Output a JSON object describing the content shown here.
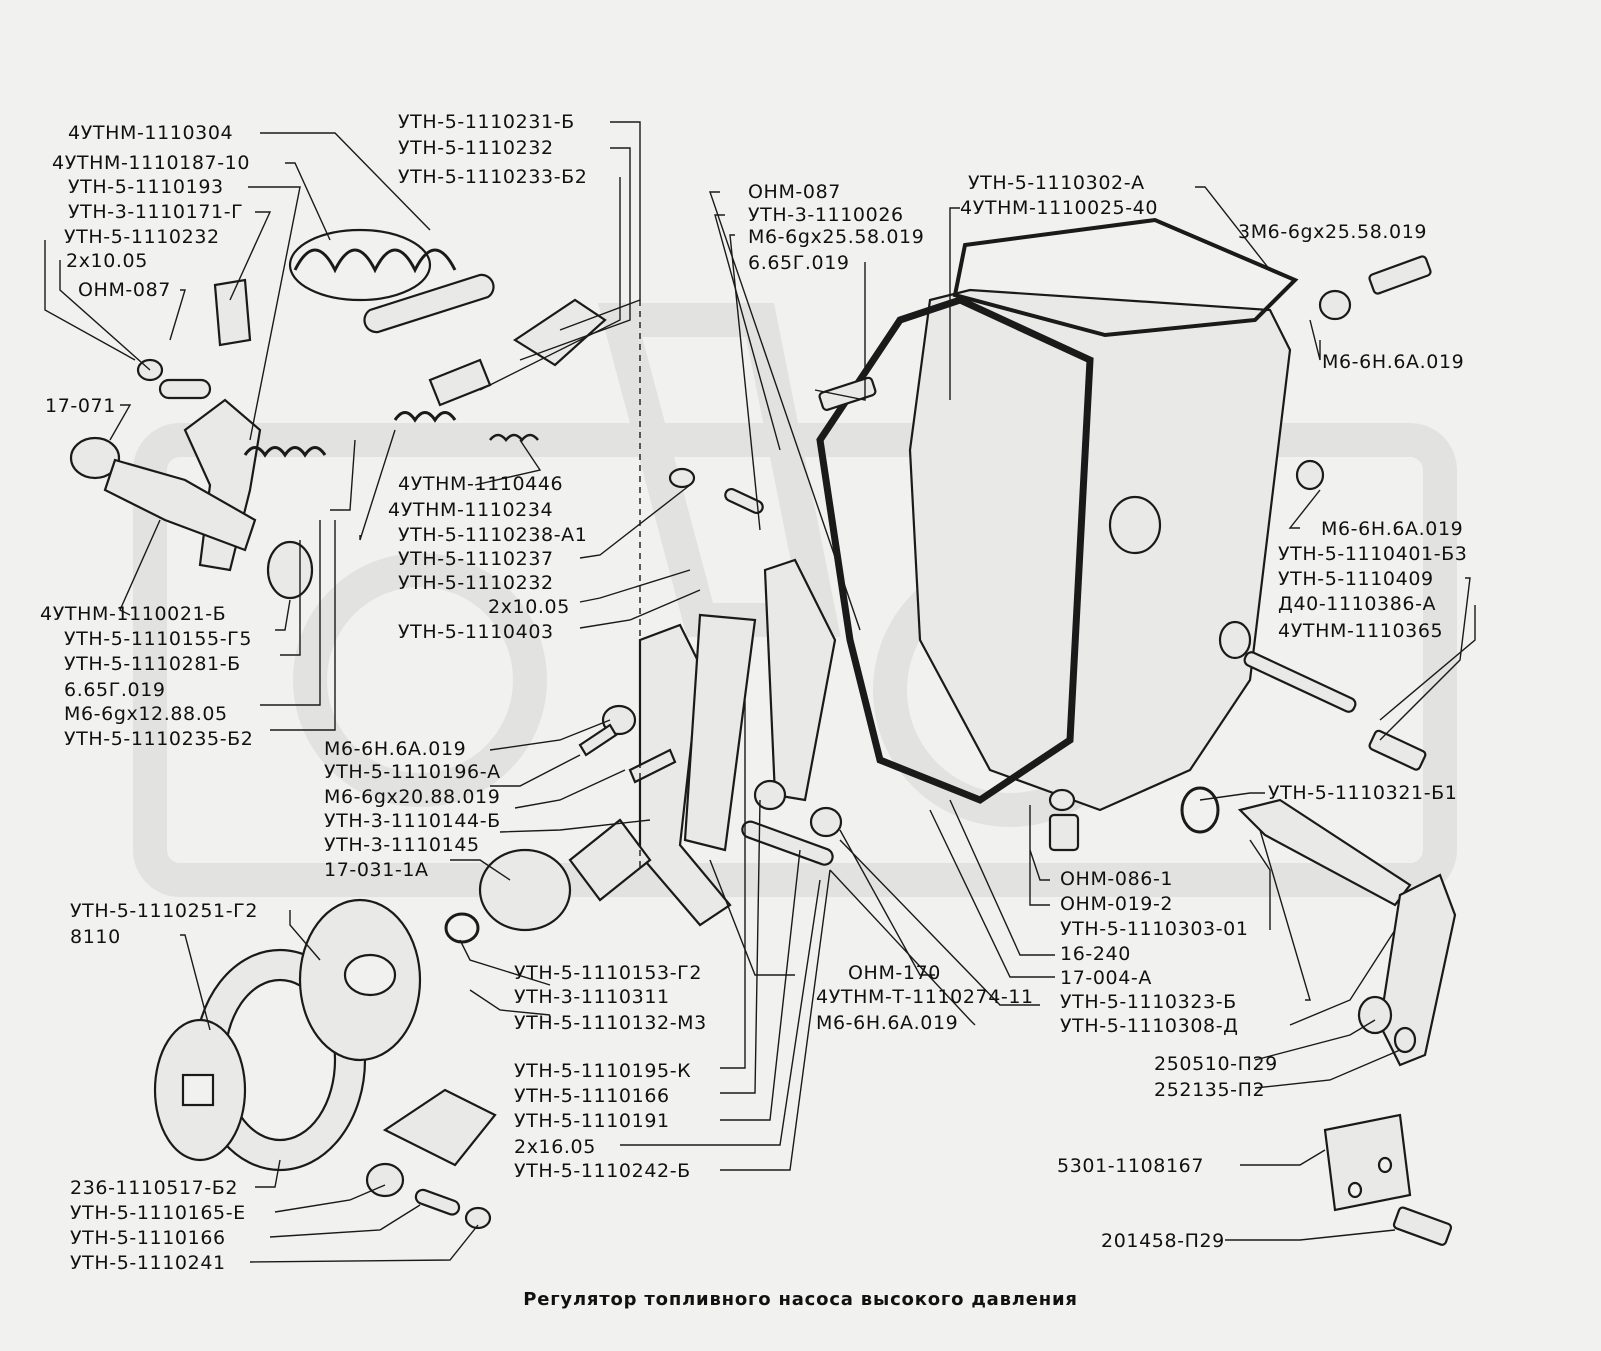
{
  "caption": "Регулятор топливного насоса высокого давления",
  "labels": [
    "4УТНМ-1110304",
    "4УТНМ-1110187-10",
    "УТН-5-1110193",
    "УТН-3-1110171-Г",
    "УТН-5-1110232",
    "2х10.05",
    "ОНМ-087",
    "17-071",
    "УТН-5-1110231-Б",
    "УТН-5-1110232",
    "УТН-5-1110233-Б2",
    "ОНМ-087",
    "УТН-3-1110026",
    "М6-6gх25.58.019",
    "6.65Г.019",
    "УТН-5-1110302-А",
    "4УТНМ-1110025-40",
    "3М6-6gх25.58.019",
    "М6-6Н.6А.019",
    "4УТНМ-1110446",
    "4УТНМ-1110234",
    "УТН-5-1110238-А1",
    "УТН-5-1110237",
    "УТН-5-1110232",
    "2х10.05",
    "УТН-5-1110403",
    "М6-6Н.6А.019",
    "УТН-5-1110401-Б3",
    "УТН-5-1110409",
    "Д40-1110386-А",
    "4УТНМ-1110365",
    "4УТНМ-1110021-Б",
    "УТН-5-1110155-Г5",
    "УТН-5-1110281-Б",
    "6.65Г.019",
    "М6-6gх12.88.05",
    "УТН-5-1110235-Б2",
    "М6-6Н.6А.019",
    "УТН-5-1110196-А",
    "М6-6gх20.88.019",
    "УТН-3-1110144-Б",
    "УТН-3-1110145",
    "17-031-1А",
    "УТН-5-1110321-Б1",
    "ОНМ-086-1",
    "ОНМ-019-2",
    "УТН-5-1110303-01",
    "16-240",
    "17-004-А",
    "УТН-5-1110323-Б",
    "УТН-5-1110308-Д",
    "УТН-5-1110251-Г2",
    "8110",
    "УТН-5-1110153-Г2",
    "УТН-3-1110311",
    "УТН-5-1110132-М3",
    "ОНМ-170",
    "4УТНМ-Т-1110274-11",
    "М6-6Н.6А.019",
    "250510-П29",
    "252135-П2",
    "УТН-5-1110195-К",
    "УТН-5-1110166",
    "УТН-5-1110191",
    "2х16.05",
    "УТН-5-1110242-Б",
    "5301-1108167",
    "236-1110517-Б2",
    "УТН-5-1110165-Е",
    "УТН-5-1110166",
    "УТН-5-1110241",
    "201458-П29"
  ]
}
